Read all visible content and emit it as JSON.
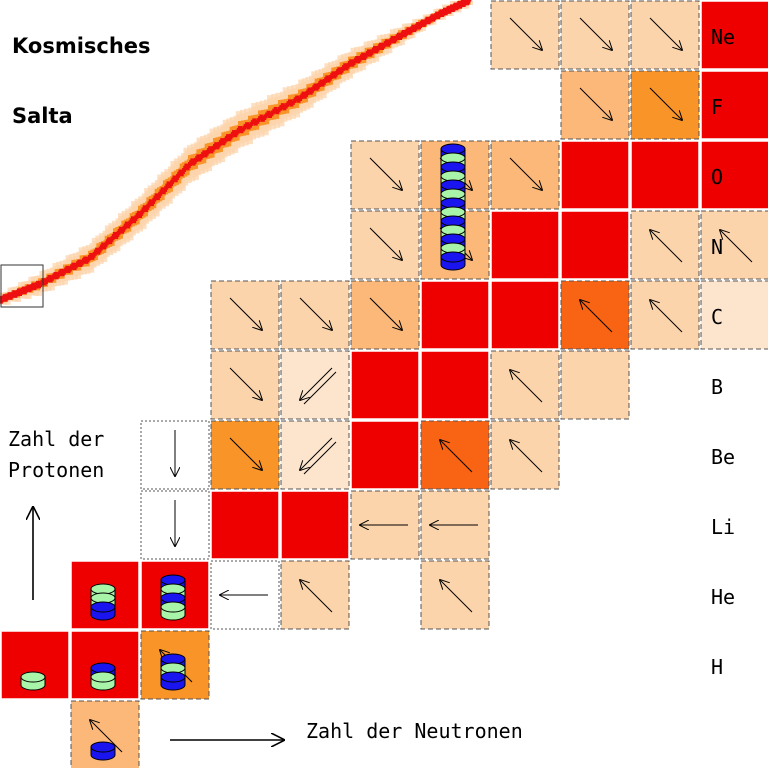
{
  "title_line1": "Kosmisches",
  "title_line2": "Salta",
  "axis_protons": {
    "line1": "Zahl der",
    "line2": "Protonen"
  },
  "axis_neutrons": "Zahl der Neutronen",
  "elements": [
    {
      "name": "Ne"
    },
    {
      "name": "F"
    },
    {
      "name": "O"
    },
    {
      "name": "N"
    },
    {
      "name": "C"
    },
    {
      "name": "B"
    },
    {
      "name": "Be"
    },
    {
      "name": "Li"
    },
    {
      "name": "He"
    },
    {
      "name": "H"
    }
  ],
  "colors": {
    "stable": "#ee0000",
    "unstable_dark": "#f89428",
    "unstable_mid": "#fbb878",
    "unstable_light": "#fcd4ac",
    "unstable_pale": "#fde4cc",
    "neutron": "#1a14ee",
    "proton": "#a8f4a8",
    "streak_core": "#ee1010",
    "streak_mid": "#f89428",
    "streak_outer": "#fcd4ac"
  },
  "arrow_legend": {
    "diag_down_right": "beta-plus-decay-arrow",
    "diag_up_left": "beta-minus-decay-arrow",
    "double_down_left": "alpha-decay-arrow",
    "left": "neutron-emission-arrow",
    "down": "proton-emission-arrow"
  },
  "cells": [
    {
      "el": "Ne",
      "n": 7,
      "fill": "light",
      "arrow": "dr"
    },
    {
      "el": "Ne",
      "n": 8,
      "fill": "light",
      "arrow": "dr"
    },
    {
      "el": "Ne",
      "n": 9,
      "fill": "light",
      "arrow": "dr"
    },
    {
      "el": "Ne",
      "n": 10,
      "fill": "stable",
      "arrow": ""
    },
    {
      "el": "F",
      "n": 8,
      "fill": "mid",
      "arrow": "dr"
    },
    {
      "el": "F",
      "n": 9,
      "fill": "dark",
      "arrow": "dr"
    },
    {
      "el": "F",
      "n": 10,
      "fill": "stable",
      "arrow": ""
    },
    {
      "el": "O",
      "n": 5,
      "fill": "light",
      "arrow": "dr"
    },
    {
      "el": "O",
      "n": 6,
      "fill": "mid",
      "arrow": "dr"
    },
    {
      "el": "O",
      "n": 7,
      "fill": "mid",
      "arrow": "dr"
    },
    {
      "el": "O",
      "n": 8,
      "fill": "stable",
      "arrow": ""
    },
    {
      "el": "O",
      "n": 9,
      "fill": "stable",
      "arrow": ""
    },
    {
      "el": "O",
      "n": 10,
      "fill": "stable",
      "arrow": ""
    },
    {
      "el": "N",
      "n": 5,
      "fill": "light",
      "arrow": "dr"
    },
    {
      "el": "N",
      "n": 6,
      "fill": "mid",
      "arrow": "dr"
    },
    {
      "el": "N",
      "n": 7,
      "fill": "stable",
      "arrow": ""
    },
    {
      "el": "N",
      "n": 8,
      "fill": "stable",
      "arrow": ""
    },
    {
      "el": "N",
      "n": 9,
      "fill": "light",
      "arrow": "ul"
    },
    {
      "el": "N",
      "n": 10,
      "fill": "light",
      "arrow": "ul"
    },
    {
      "el": "C",
      "n": 3,
      "fill": "light",
      "arrow": "dr"
    },
    {
      "el": "C",
      "n": 4,
      "fill": "light",
      "arrow": "dr"
    },
    {
      "el": "C",
      "n": 5,
      "fill": "mid",
      "arrow": "dr"
    },
    {
      "el": "C",
      "n": 6,
      "fill": "stable",
      "arrow": ""
    },
    {
      "el": "C",
      "n": 7,
      "fill": "stable",
      "arrow": ""
    },
    {
      "el": "C",
      "n": 8,
      "fill": "orangered",
      "arrow": "ul"
    },
    {
      "el": "C",
      "n": 9,
      "fill": "light",
      "arrow": "ul"
    },
    {
      "el": "C",
      "n": 10,
      "fill": "pale",
      "arrow": ""
    },
    {
      "el": "B",
      "n": 3,
      "fill": "light",
      "arrow": "dr"
    },
    {
      "el": "B",
      "n": 4,
      "fill": "pale",
      "arrow": "dl2"
    },
    {
      "el": "B",
      "n": 5,
      "fill": "stable",
      "arrow": ""
    },
    {
      "el": "B",
      "n": 6,
      "fill": "stable",
      "arrow": ""
    },
    {
      "el": "B",
      "n": 7,
      "fill": "light",
      "arrow": "ul"
    },
    {
      "el": "B",
      "n": 8,
      "fill": "light",
      "arrow": ""
    },
    {
      "el": "Be",
      "n": 2,
      "fill": "white",
      "arrow": "down"
    },
    {
      "el": "Be",
      "n": 3,
      "fill": "dark",
      "arrow": "dr"
    },
    {
      "el": "Be",
      "n": 4,
      "fill": "pale",
      "arrow": "dl2"
    },
    {
      "el": "Be",
      "n": 5,
      "fill": "stable",
      "arrow": ""
    },
    {
      "el": "Be",
      "n": 6,
      "fill": "orangered",
      "arrow": "ul"
    },
    {
      "el": "Be",
      "n": 7,
      "fill": "light",
      "arrow": "ul"
    },
    {
      "el": "Li",
      "n": 2,
      "fill": "white",
      "arrow": "down"
    },
    {
      "el": "Li",
      "n": 3,
      "fill": "stable",
      "arrow": ""
    },
    {
      "el": "Li",
      "n": 4,
      "fill": "stable",
      "arrow": ""
    },
    {
      "el": "Li",
      "n": 5,
      "fill": "light",
      "arrow": "left"
    },
    {
      "el": "Li",
      "n": 6,
      "fill": "light",
      "arrow": "left"
    },
    {
      "el": "He",
      "n": 1,
      "fill": "stable",
      "arrow": ""
    },
    {
      "el": "He",
      "n": 2,
      "fill": "stable",
      "arrow": ""
    },
    {
      "el": "He",
      "n": 3,
      "fill": "white",
      "arrow": "left"
    },
    {
      "el": "He",
      "n": 4,
      "fill": "light",
      "arrow": "ul"
    },
    {
      "el": "He",
      "n": 6,
      "fill": "light",
      "arrow": "ul"
    },
    {
      "el": "H",
      "n": 0,
      "fill": "stable",
      "arrow": ""
    },
    {
      "el": "H",
      "n": 1,
      "fill": "stable",
      "arrow": ""
    },
    {
      "el": "H",
      "n": 2,
      "fill": "dark",
      "arrow": "ul"
    },
    {
      "el": "neutron-row",
      "n": 1,
      "fill": "mid",
      "arrow": "ul"
    }
  ],
  "nucleus_stacks": [
    {
      "cell_el": "H",
      "n": 0,
      "layers": [
        "p"
      ]
    },
    {
      "cell_el": "H",
      "n": 1,
      "layers": [
        "p",
        "n"
      ]
    },
    {
      "cell_el": "H",
      "n": 2,
      "layers": [
        "n",
        "p",
        "n"
      ]
    },
    {
      "cell_el": "He",
      "n": 1,
      "layers": [
        "n",
        "p",
        "p"
      ]
    },
    {
      "cell_el": "He",
      "n": 2,
      "layers": [
        "p",
        "n",
        "p",
        "n"
      ]
    },
    {
      "cell_el": "neutron-row",
      "n": 1,
      "layers": [
        "n"
      ]
    },
    {
      "cell_el": "N",
      "n": 6,
      "layers": [
        "n",
        "p",
        "n",
        "p",
        "n",
        "p",
        "n",
        "p",
        "n",
        "p",
        "n",
        "p",
        "n"
      ]
    }
  ]
}
